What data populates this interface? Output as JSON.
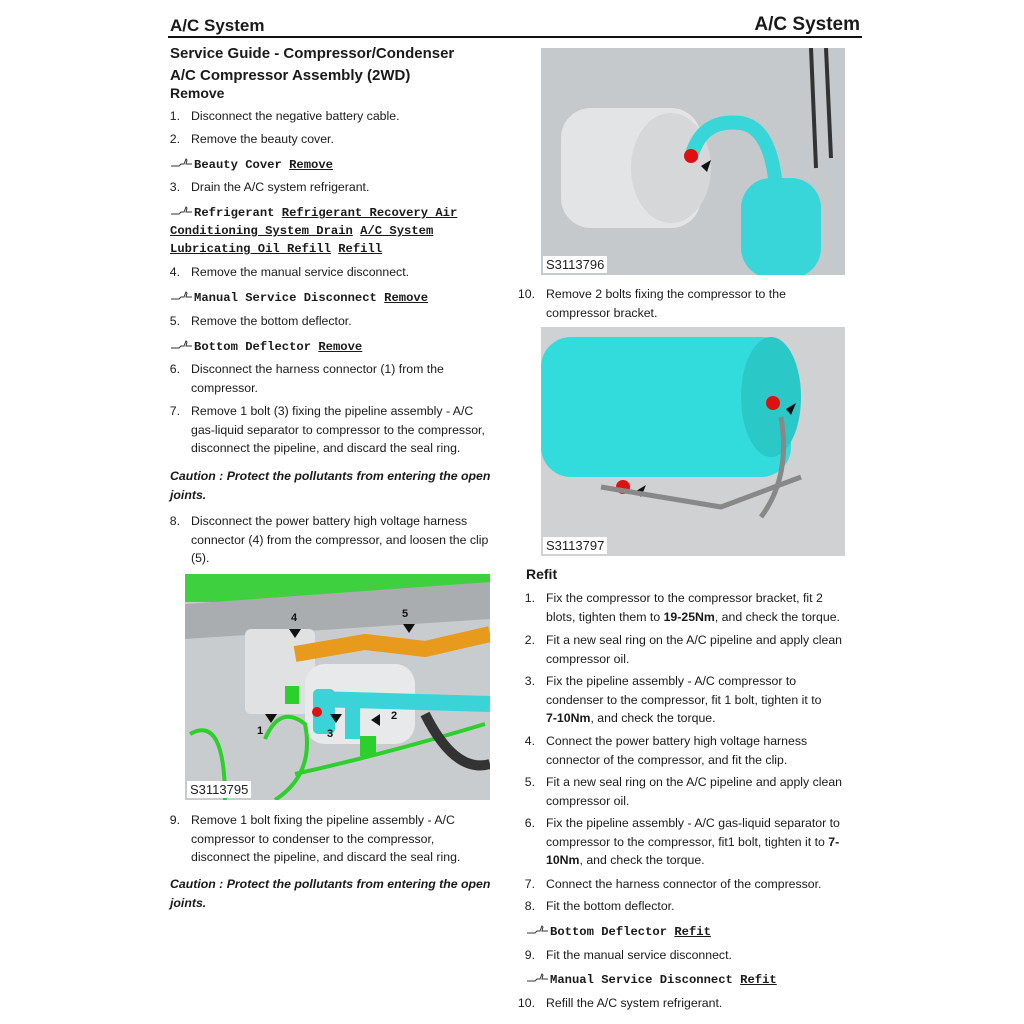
{
  "header": {
    "left": "A/C System",
    "right": "A/C System"
  },
  "title": "Service Guide - Compressor/Condenser",
  "subtitle": "A/C Compressor Assembly (2WD)",
  "remove": {
    "heading": "Remove",
    "steps": [
      {
        "n": "1.",
        "t": "Disconnect the negative battery cable."
      },
      {
        "n": "2.",
        "t": "Remove the beauty cover."
      },
      {
        "n": "3.",
        "t": "Drain the A/C system refrigerant."
      },
      {
        "n": "4.",
        "t": "Remove the manual service disconnect."
      },
      {
        "n": "5.",
        "t": "Remove the bottom deflector."
      },
      {
        "n": "6.",
        "t": "Disconnect the harness connector (1) from the compressor."
      },
      {
        "n": "7.",
        "t": "Remove 1 bolt (3) fixing the pipeline assembly - A/C gas-liquid separator to compressor to the compressor, disconnect the pipeline, and discard the seal ring."
      },
      {
        "n": "8.",
        "t": "Disconnect the power battery high voltage harness connector (4) from the compressor, and loosen the clip (5)."
      },
      {
        "n": "9.",
        "t": "Remove 1 bolt fixing the pipeline assembly - A/C compressor to condenser to the compressor, disconnect the pipeline, and discard the seal ring."
      },
      {
        "n": "10.",
        "t": "Remove 2 bolts fixing the compressor to the compressor bracket."
      }
    ],
    "refs": [
      {
        "a": "Beauty Cover",
        "b": "Remove"
      },
      {
        "a": "Refrigerant",
        "b": "Refrigerant Recovery Air Conditioning System Drain",
        "c": "A/C System Lubricating Oil Refill",
        "d": "Refill"
      },
      {
        "a": "Manual Service Disconnect",
        "b": "Remove"
      },
      {
        "a": "Bottom Deflector",
        "b": "Remove"
      }
    ],
    "caution": "Caution : Protect the pollutants from entering the open joints."
  },
  "figures": {
    "f1": "S3113795",
    "f2": "S3113796",
    "f3": "S3113797",
    "callouts": [
      "1",
      "2",
      "3",
      "4",
      "5"
    ]
  },
  "refit": {
    "heading": "Refit",
    "steps": [
      {
        "n": "1.",
        "t": "Fix the compressor to the compressor bracket, fit 2 blots, tighten them to ",
        "tq": "19-25Nm",
        "e": ", and check the torque."
      },
      {
        "n": "2.",
        "t": "Fit a new seal ring on the A/C pipeline and apply clean compressor oil."
      },
      {
        "n": "3.",
        "t": "Fix the pipeline assembly - A/C compressor to condenser to the compressor, fit 1 bolt, tighten it to ",
        "tq": "7-10Nm",
        "e": ", and check the torque."
      },
      {
        "n": "4.",
        "t": "Connect the power battery high voltage harness connector of the compressor, and fit the clip."
      },
      {
        "n": "5.",
        "t": "Fit a new seal ring on the A/C pipeline and apply clean compressor oil."
      },
      {
        "n": "6.",
        "t": "Fix the pipeline assembly - A/C gas-liquid separator to compressor to the compressor, fit1 bolt, tighten it to ",
        "tq": "7-10Nm",
        "e": ", and check the torque."
      },
      {
        "n": "7.",
        "t": "Connect the harness connector of the compressor."
      },
      {
        "n": "8.",
        "t": "Fit the bottom deflector."
      },
      {
        "n": "9.",
        "t": "Fit the manual service disconnect."
      },
      {
        "n": "10.",
        "t": "Refill the A/C system refrigerant."
      }
    ],
    "refs": [
      {
        "a": "Bottom Deflector",
        "b": "Refit"
      },
      {
        "a": "Manual Service Disconnect",
        "b": "Refit"
      }
    ]
  }
}
